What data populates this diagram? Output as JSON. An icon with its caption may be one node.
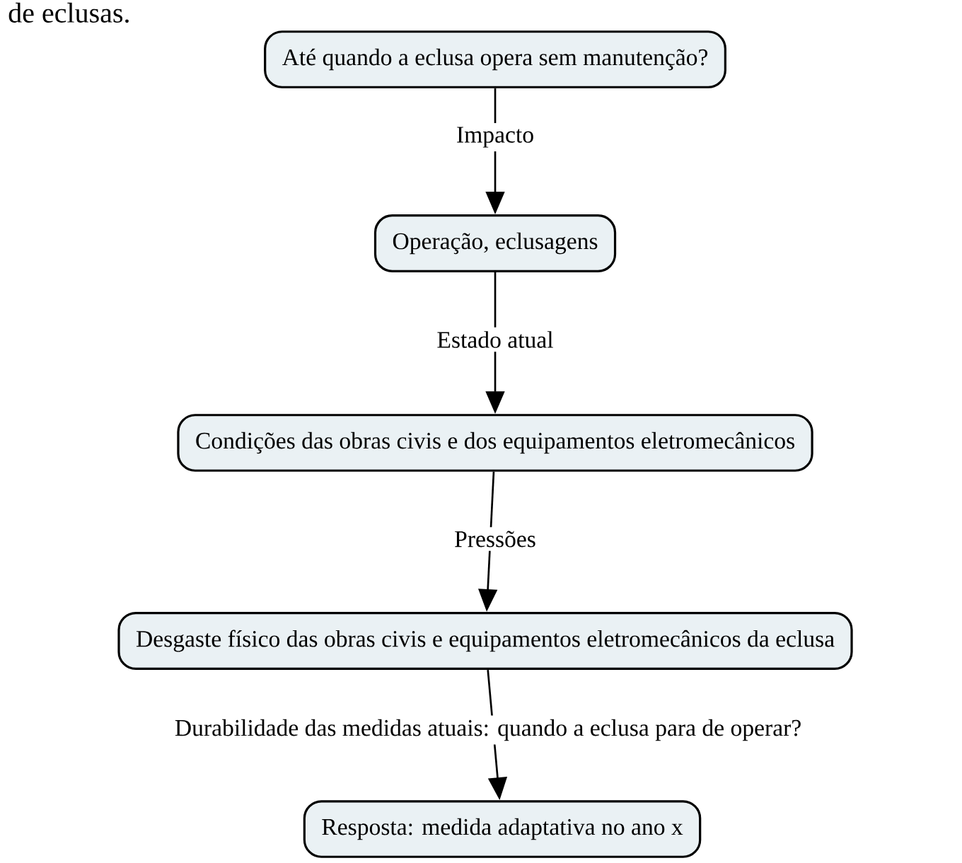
{
  "diagram": {
    "nodes": [
      {
        "text": [
          "Até quando a eclusa opera sem manutenção?"
        ]
      },
      {
        "text": [
          "Operação, eclusagens"
        ]
      },
      {
        "text": [
          "Condições das obras civis e dos equipamentos eletromecânicos"
        ]
      },
      {
        "text": [
          "Desgaste físico das obras civis e equipamentos eletromecânicos da eclusa"
        ]
      },
      {
        "text": [
          "Resposta: medida adaptativa no ano x"
        ]
      }
    ],
    "edges": [
      {
        "from": 0,
        "to": 1,
        "arrow": "to",
        "label": "Impacto"
      },
      {
        "from": 1,
        "to": 2,
        "arrow": "to",
        "label": "Estado atual"
      },
      {
        "from": 2,
        "to": 3,
        "arrow": "to",
        "label": "Pressões"
      },
      {
        "from": 3,
        "to": 4,
        "arrow": "to",
        "label": "Durabilidade das medidas atuais: quando a eclusa para de operar?"
      }
    ],
    "labels": [
      "de eclusas."
    ]
  }
}
